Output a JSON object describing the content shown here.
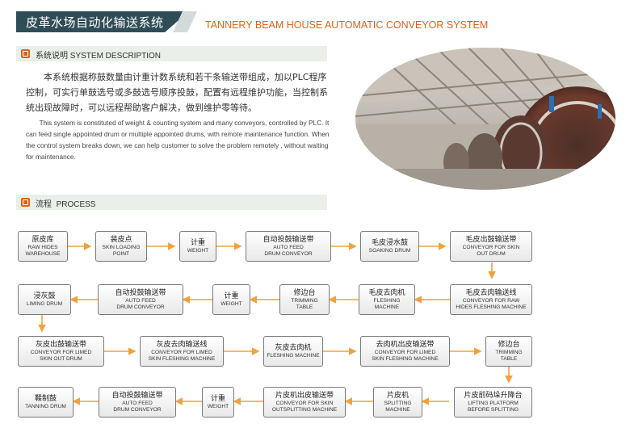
{
  "header": {
    "title_cn": "皮革水场自动化输送系统",
    "title_en": "TANNERY BEAM HOUSE AUTOMATIC CONVEYOR SYSTEM"
  },
  "system_description": {
    "heading_cn": "系统说明",
    "heading_en": "SYSTEM DESCRIPTION",
    "text_cn": "本系统根据称鼓数量由计重计数系统和若干条输送带组成，加以PLC程序控制，可实行单鼓选号或多鼓选号顺序投鼓，配置有远程维护功能，当控制系统出现故障时，可以远程帮助客户解决，做到维护零等待。",
    "text_en": "This system is constituted of weight & counting system and many conveyors, controlled by PLC. It can feed single appointed drum or multiple appointed drums, with remote maintenance function. When the control system breaks down, we can help customer to solve the problem remotely , without waiting for maintenance."
  },
  "process": {
    "heading_cn": "流程",
    "heading_en": "PROCESS",
    "steps": [
      {
        "cn": "原皮库",
        "en": [
          "RAW HIDES",
          "WAREHOUSE"
        ]
      },
      {
        "cn": "装皮点",
        "en": [
          "SKIN LOADING",
          "POINT"
        ]
      },
      {
        "cn": "计重",
        "en": [
          "WEIGHT"
        ]
      },
      {
        "cn": "自动投鼓输送带",
        "en": [
          "AUTO FEED",
          "DRUM CONVEYOR"
        ]
      },
      {
        "cn": "毛皮浸水鼓",
        "en": [
          "SOAKING DRUM"
        ]
      },
      {
        "cn": "毛皮出鼓输送带",
        "en": [
          "CONVEYOR FOR SKIN",
          "OUT DRUM"
        ]
      },
      {
        "cn": "毛皮去肉输送线",
        "en": [
          "CONVEYOR FOR RAW",
          "HIDES FLESHING MACHINE"
        ]
      },
      {
        "cn": "毛皮去肉机",
        "en": [
          "FLESHING",
          "MACHINE"
        ]
      },
      {
        "cn": "修边台",
        "en": [
          "TRIMMING",
          "TABLE"
        ]
      },
      {
        "cn": "计重",
        "en": [
          "WEIGHT"
        ]
      },
      {
        "cn": "自动投鼓输送带",
        "en": [
          "AUTO FEED",
          "DRUM CONVEYOR"
        ]
      },
      {
        "cn": "浸灰鼓",
        "en": [
          "LIMING DRUM"
        ]
      },
      {
        "cn": "灰皮出鼓输送带",
        "en": [
          "CONVEYOR FOR LIMED",
          "SKIN OUT DRUM"
        ]
      },
      {
        "cn": "灰皮去肉输送线",
        "en": [
          "CONVEYOR FOR LIMED",
          "SKIN FLESHING MACHINE"
        ]
      },
      {
        "cn": "灰皮去肉机",
        "en": [
          "FLESHING MACHINE"
        ]
      },
      {
        "cn": "去肉机出皮输送带",
        "en": [
          "CONVEYOR FOR LIMED",
          "SKIN FLESHING MACHINE"
        ]
      },
      {
        "cn": "修边台",
        "en": [
          "TRIMMING",
          "TABLE"
        ]
      },
      {
        "cn": "片皮前码垛升降台",
        "en": [
          "LIFTING PLATFORM",
          "BEFORE SPLITTING"
        ]
      },
      {
        "cn": "片皮机",
        "en": [
          "SPLITTING",
          "MACHINE"
        ]
      },
      {
        "cn": "片皮机出皮输送带",
        "en": [
          "CONVEYOR FOR SKIN",
          "OUTSPLITTING MACHINE"
        ]
      },
      {
        "cn": "计重",
        "en": [
          "WEIGHT"
        ]
      },
      {
        "cn": "自动投鼓输送带",
        "en": [
          "AUTO FEED",
          "DRUM CONVEYOR"
        ]
      },
      {
        "cn": "鞣制鼓",
        "en": [
          "TANNING DRUM"
        ]
      }
    ]
  },
  "colors": {
    "title_bg": "#2f4d57",
    "accent_orange": "#e0621b",
    "arrow_orange": "#f2a23d",
    "section_bg": "#e9f0e9"
  }
}
